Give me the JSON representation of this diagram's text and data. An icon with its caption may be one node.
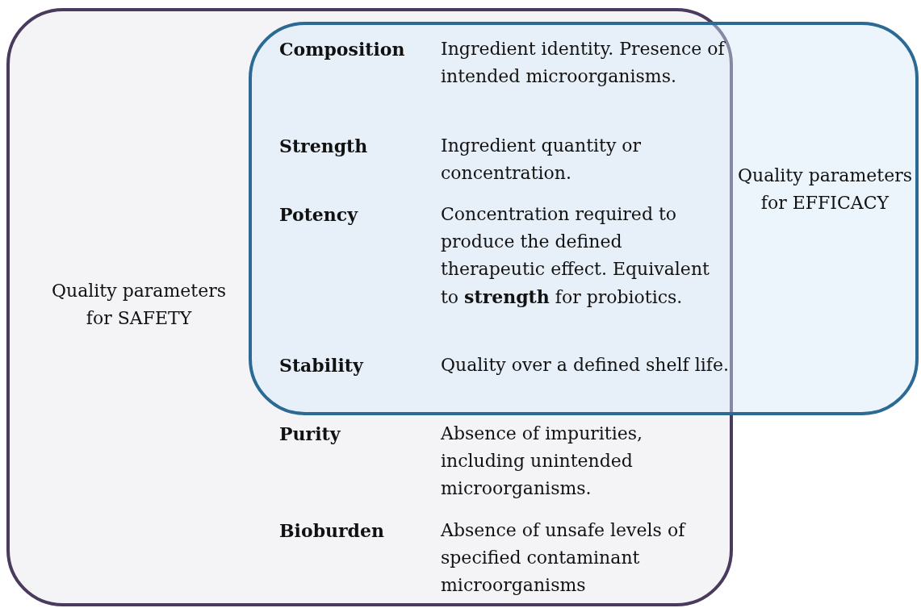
{
  "diagram": {
    "nodes": [
      {
        "text": [
          "Quality parameters for SAFETY"
        ]
      },
      {
        "text": [
          "Quality parameters for EFFICACY"
        ]
      }
    ],
    "labels": [
      "Composition",
      "Ingredient identity. Presence of intended microorganisms.",
      "Strength",
      "Ingredient quantity or concentration.",
      "Potency",
      "Concentration required to produce the defined therapeutic effect. Equivalent to **strength** for probiotics.",
      "Stability",
      "Quality over a defined shelf life.",
      "Purity",
      "Absence of impurities, including unintended microorganisms.",
      "Bioburden",
      "Absence of unsafe levels of specified contaminant microorganisms"
    ]
  }
}
